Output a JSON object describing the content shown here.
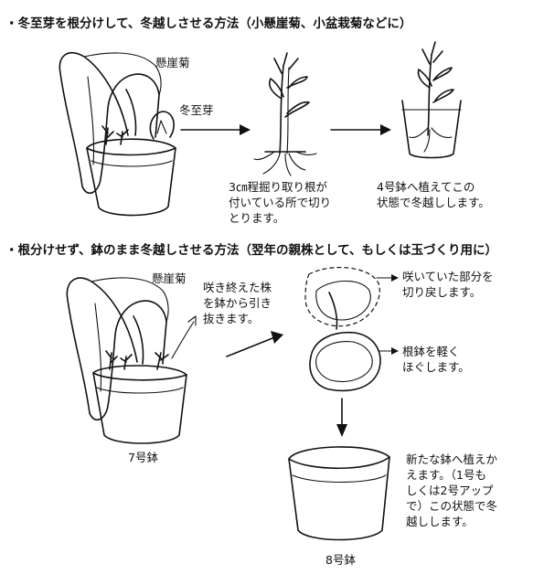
{
  "section1": {
    "heading": "・冬至芽を根分けして、冬越しさせる方法（小懸崖菊、小盆栽菊などに）",
    "plant_label": "懸崖菊",
    "sprout_label": "冬至芽",
    "step2_caption": [
      "3㎝程掘り取り根が",
      "付いている所で切り",
      "とります。"
    ],
    "step3_caption": [
      "4号鉢へ植えてこの",
      "状態で冬越しします。"
    ]
  },
  "section2": {
    "heading": "・根分けせず、鉢のまま冬越しさせる方法（翌年の親株として、もしくは玉づくり用に）",
    "plant_label": "懸崖菊",
    "remove_caption": [
      "咲き終えた株",
      "を鉢から引き",
      "抜きます。"
    ],
    "cut_caption": [
      "咲いていた部分を",
      "切り戻します。"
    ],
    "loosen_caption": [
      "根鉢を軽く",
      "ほぐします。"
    ],
    "replant_caption": [
      "新たな鉢へ植えか",
      "えます。（1号も",
      "しくは2号アップ",
      "で）この状態で冬",
      "越しします。"
    ],
    "pot_old_label": "7号鉢",
    "pot_new_label": "8号鉢"
  }
}
